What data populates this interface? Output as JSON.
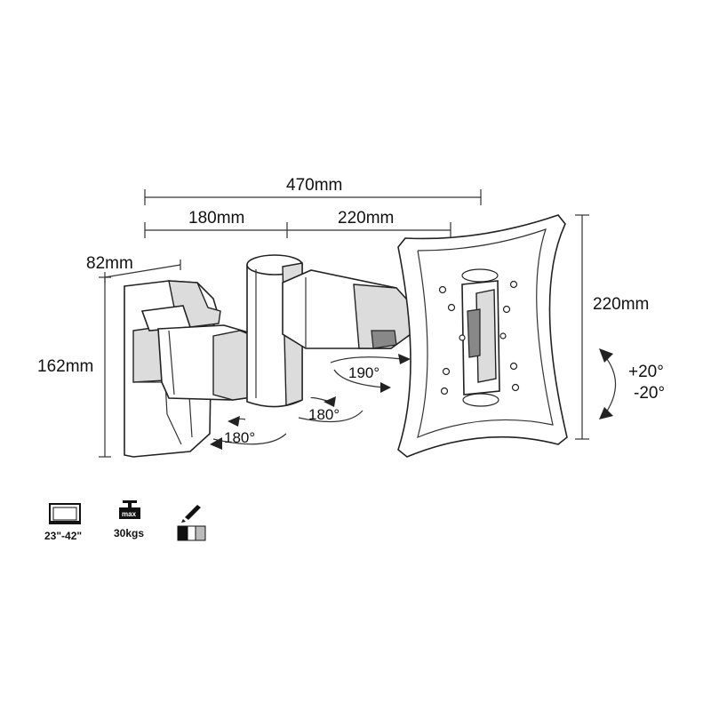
{
  "dimensions": {
    "total_width": "470mm",
    "arm_segment_1": "180mm",
    "arm_segment_2": "220mm",
    "base_depth": "82mm",
    "base_height": "162mm",
    "plate_height": "220mm"
  },
  "rotations": {
    "plate_swivel": "190°",
    "arm_joint": "180°",
    "wall_joint": "180°",
    "tilt_up": "+20°",
    "tilt_down": "-20°"
  },
  "spec_icons": {
    "screen_size": {
      "icon": "monitor-icon",
      "label": "23\"-42\""
    },
    "max_load": {
      "icon": "weight-icon",
      "badge": "max",
      "label": "30kgs"
    },
    "finish": {
      "icon": "color-swatch-icon",
      "colors": [
        "#111111",
        "#ffffff",
        "#bbbbbb"
      ]
    }
  }
}
